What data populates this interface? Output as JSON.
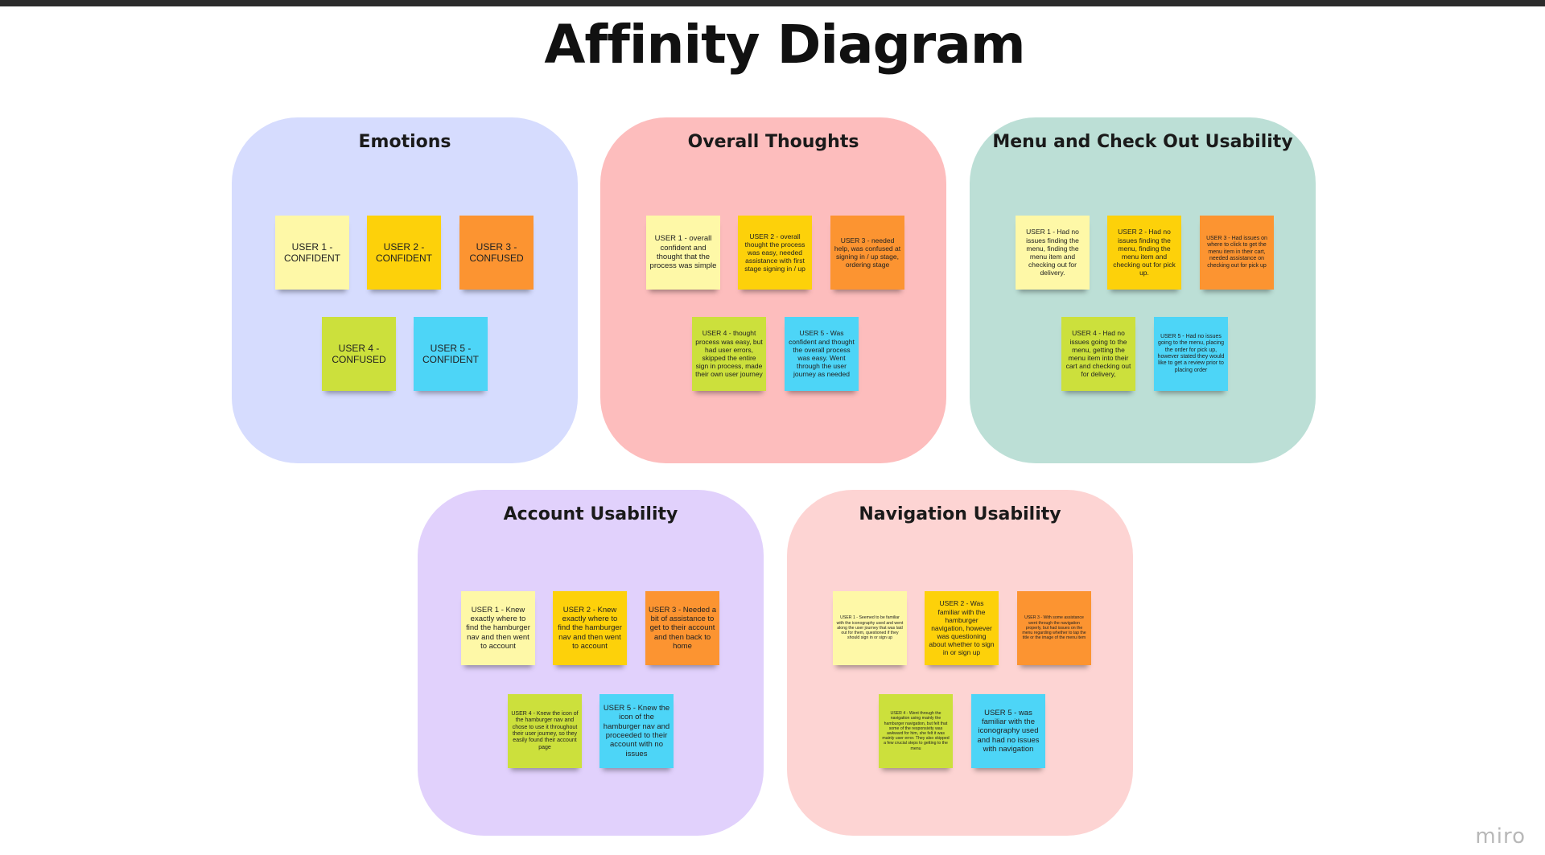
{
  "board": {
    "title": "Affinity Diagram",
    "logo": "miro"
  },
  "colors": {
    "emotions_bg": "#d6dcfe",
    "overall_bg": "#fdbdbd",
    "menu_bg": "#bcdfd6",
    "account_bg": "#e1d1fc",
    "navigation_bg": "#fdd4d3",
    "sticky_light_yellow": "#fef8a7",
    "sticky_yellow": "#fdd10a",
    "sticky_orange": "#fc9431",
    "sticky_green": "#cce03c",
    "sticky_cyan": "#4dd5f7"
  },
  "clusters": [
    {
      "title": "Emotions",
      "notes": [
        "USER 1 - CONFIDENT",
        "USER 2 - CONFIDENT",
        "USER 3 - CONFUSED",
        "USER 4 - CONFUSED",
        "USER 5 - CONFIDENT"
      ]
    },
    {
      "title": "Overall Thoughts",
      "notes": [
        "USER 1 - overall confident and thought that the process was simple",
        "USER 2 - overall thought the process was easy, needed assistance with first stage signing in / up",
        "USER 3 - needed help, was confused at signing in / up stage, ordering stage",
        "USER 4 - thought process was easy, but had user errors, skipped the entire sign in process, made their own user journey",
        "USER 5 - Was confident and thought the overall process was easy. Went through the user journey as needed"
      ]
    },
    {
      "title": "Menu and Check Out  Usability",
      "notes": [
        "USER 1 - Had no issues finding the menu, finding the menu item and checking out for delivery.",
        "USER 2 - Had no issues finding the menu, finding the menu item and checking out for pick up.",
        "USER 3 - Had issues on where to click to get the menu item in their cart, needed assistance on checking out for pick up",
        "USER 4 - Had no issues going to the menu, getting the menu item into their cart and checking out for delivery,",
        "USER 5 - Had no issues going to the menu, placing the order for pick up, however stated they would like to get a review prior to placing order"
      ]
    },
    {
      "title": "Account Usability",
      "notes": [
        "USER 1 - Knew exactly where to find the hamburger nav and then went to account",
        "USER 2 - Knew exactly where to find the hamburger nav and then went to account",
        "USER 3 - Needed a bit of assistance to get to their account and then back to home",
        "USER 4 - Knew the icon of the hamburger nav and chose to use it throughout their user journey, so they easily found their account page",
        "USER 5 - Knew the icon of the hamburger nav and proceeded to their account with no issues"
      ]
    },
    {
      "title": "Navigation Usability",
      "notes": [
        "USER 1 - Seemed to be familiar with the iconography used and went along the user journey that was laid out for them, questioned if they should sign in or sign up",
        "USER 2 - Was familiar with the hamburger navigation, however was questioning about whether to sign in or sign up",
        "USER 3 - With some assistance went through the navigation properly, but had issues on the menu regarding whether to tap the title or the image of the menu item",
        "USER 4 - Went through the navigation using mainly the hamburger navigation, but felt that some of the responsivity was awkward for him, she felt it was mainly user error. They also skipped a few crucial steps to getting to the menu",
        "USER 5 - was familiar with the iconography used and had no issues with navigation"
      ]
    }
  ]
}
